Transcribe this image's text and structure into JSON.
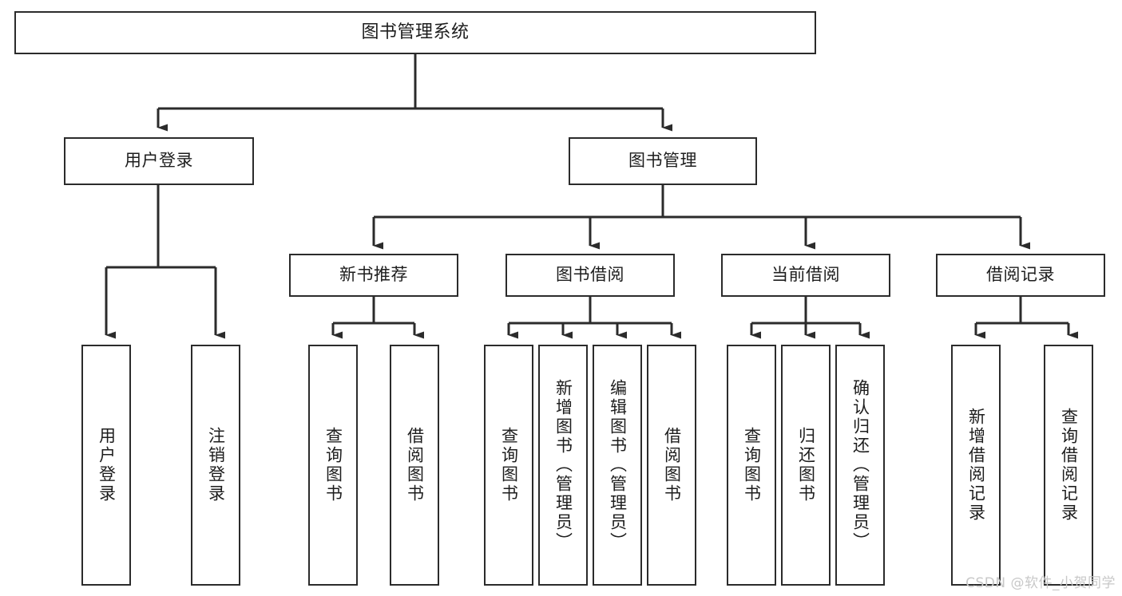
{
  "diagram": {
    "title": "图书管理系统",
    "type": "tree",
    "colors": {
      "stroke": "#2b2b2b",
      "fill": "#ffffff",
      "text": "#1d1d1d",
      "watermark": "#c8c8c8"
    },
    "nodes": {
      "root": {
        "label": "图书管理系统"
      },
      "level2": [
        {
          "label": "用户登录"
        },
        {
          "label": "图书管理"
        }
      ],
      "level3": [
        {
          "label": "新书推荐"
        },
        {
          "label": "图书借阅"
        },
        {
          "label": "当前借阅"
        },
        {
          "label": "借阅记录"
        }
      ],
      "leaves_user_login": [
        {
          "label": "用户登录"
        },
        {
          "label": "注销登录"
        }
      ],
      "leaves_new_book": [
        {
          "label": "查询图书"
        },
        {
          "label": "借阅图书"
        }
      ],
      "leaves_borrow": [
        {
          "label": "查询图书"
        },
        {
          "label": "新增图书（管理员）"
        },
        {
          "label": "编辑图书（管理员）"
        },
        {
          "label": "借阅图书"
        }
      ],
      "leaves_current": [
        {
          "label": "查询图书"
        },
        {
          "label": "归还图书"
        },
        {
          "label": "确认归还（管理员）"
        }
      ],
      "leaves_records": [
        {
          "label": "新增借阅记录"
        },
        {
          "label": "查询借阅记录"
        }
      ]
    }
  },
  "watermark": {
    "text": "CSDN @软件_小贺同学"
  }
}
